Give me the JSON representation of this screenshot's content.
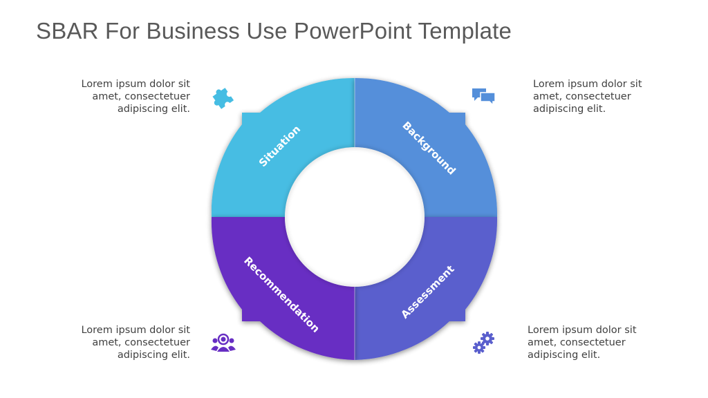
{
  "title": "SBAR For Business Use PowerPoint Template",
  "segments": [
    {
      "label": "Situation",
      "color": "#46BDE3"
    },
    {
      "label": "Background",
      "color": "#548FDA"
    },
    {
      "label": "Assessment",
      "color": "#5A5FCD"
    },
    {
      "label": "Recommendation",
      "color": "#672EC3"
    }
  ],
  "descriptions": {
    "top_left": "Lorem ipsum dolor sit amet, consectetuer adipiscing elit.",
    "top_right": "Lorem ipsum dolor sit amet, consectetuer adipiscing elit.",
    "bottom_left": "Lorem ipsum dolor sit amet, consectetuer adipiscing elit.",
    "bottom_right": "Lorem ipsum dolor sit amet, consectetuer adipiscing elit."
  },
  "icons": {
    "top_left": "puzzle-icon",
    "top_right": "chat-bubbles-icon",
    "bottom_left": "people-group-icon",
    "bottom_right": "gears-icon"
  }
}
